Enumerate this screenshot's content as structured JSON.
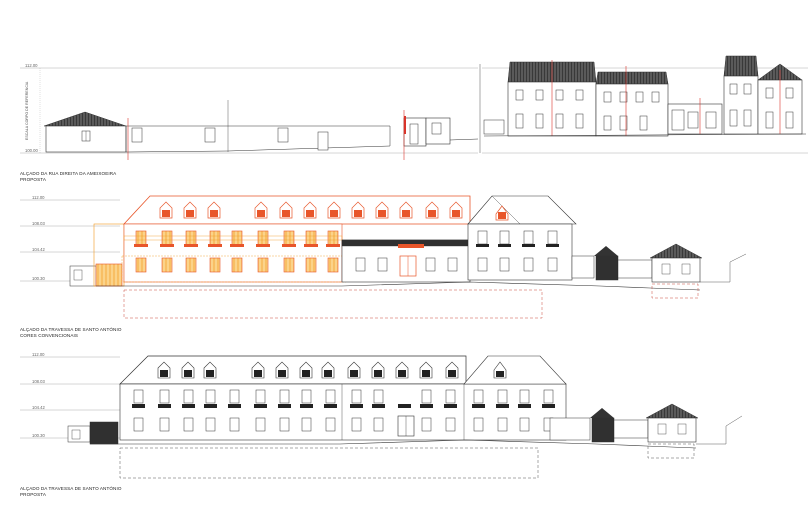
{
  "elevation_1": {
    "caption_line1": "ALÇADO DA RUA DIREITA DA AMEIXOEIRA",
    "caption_line2": "PROPOSTA",
    "level_top": "112.00",
    "level_bottom": "100.00",
    "vertical_label": "ESCALA CORPO DE REFERENCIA"
  },
  "elevation_2": {
    "caption_line1": "ALÇADO DA TRAVESSA DE SANTO ANTÓNIO",
    "caption_line2": "CORES CONVENCIONAIS",
    "levels": [
      "112.00",
      "108.03",
      "104.42",
      "100.30"
    ]
  },
  "elevation_3": {
    "caption_line1": "ALÇADO DA TRAVESSA DE SANTO ANTÓNIO",
    "caption_line2": "PROPOSTA",
    "levels": [
      "112.00",
      "108.03",
      "104.42",
      "100.30"
    ]
  },
  "colors": {
    "line": "#333333",
    "roof": "#4a4a4a",
    "demolition": "#e8562a",
    "construction_fill": "#f7a62b",
    "red_marker": "#d9342b",
    "dashed": "#c94a3f"
  }
}
